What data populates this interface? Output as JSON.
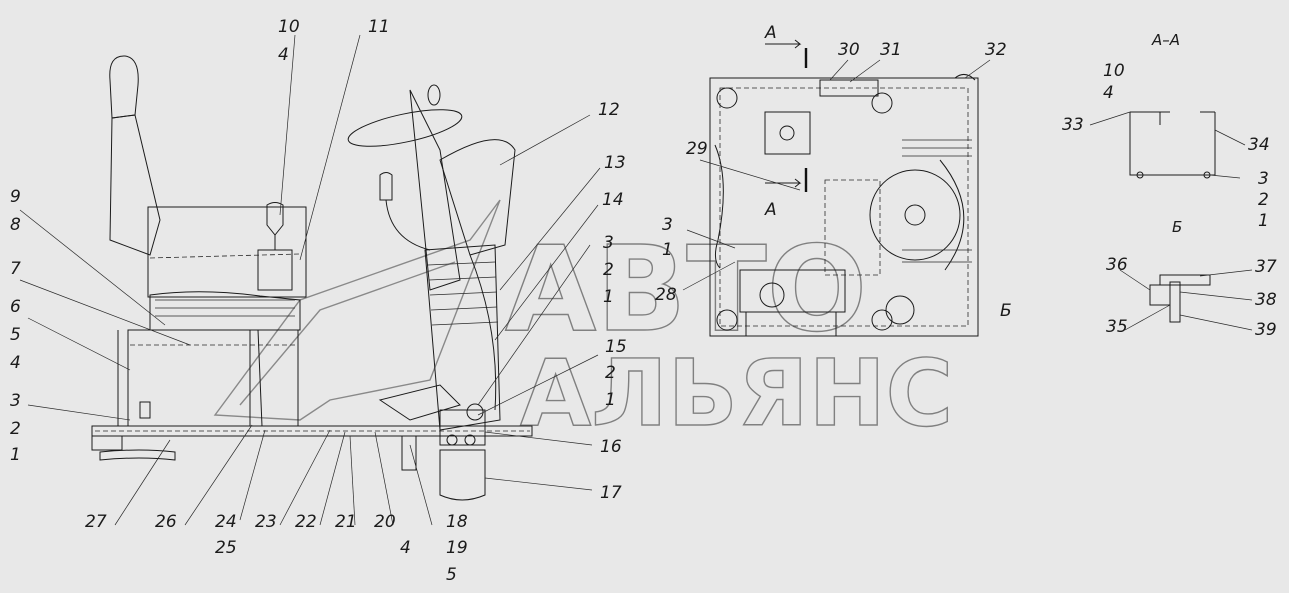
{
  "labels": {
    "l10a": "10",
    "l4a": "4",
    "l11": "11",
    "l12": "12",
    "l13": "13",
    "l14": "14",
    "l3a": "3",
    "l2a": "2",
    "l1a": "1",
    "l9": "9",
    "l8": "8",
    "l7": "7",
    "l6": "6",
    "l5a": "5",
    "l4b": "4",
    "l3b": "3",
    "l2b": "2",
    "l1b": "1",
    "l15": "15",
    "l2c": "2",
    "l1c": "1",
    "l16": "16",
    "l17": "17",
    "l27": "27",
    "l26": "26",
    "l24": "24",
    "l25": "25",
    "l23": "23",
    "l22": "22",
    "l21": "21",
    "l20": "20",
    "l4c": "4",
    "l18": "18",
    "l19": "19",
    "l5b": "5",
    "l29": "29",
    "l3c": "3",
    "l1d": "1",
    "l28": "28",
    "l30": "30",
    "l31": "31",
    "l32": "32",
    "l10b": "10",
    "l4d": "4",
    "l33": "33",
    "l34": "34",
    "l3d": "3",
    "l2d": "2",
    "l1e": "1",
    "l36": "36",
    "l37": "37",
    "l38": "38",
    "l35": "35",
    "l39": "39"
  },
  "sections": {
    "a_left": "А",
    "a_bottom": "А",
    "aa_title": "А–А",
    "b_marker": "Б",
    "b_title": "Б"
  },
  "watermark": {
    "line1": "АВТО",
    "line2": "АЛЬЯНС"
  }
}
